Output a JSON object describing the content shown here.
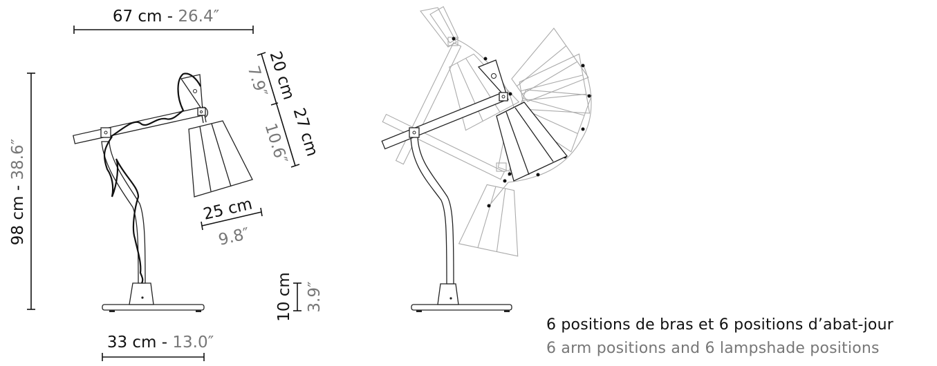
{
  "dimensions": {
    "total_width": {
      "metric": "67 cm",
      "separator": " - ",
      "imperial": "26.4″"
    },
    "total_height": {
      "metric": "98 cm",
      "separator": " - ",
      "imperial": "38.6″"
    },
    "shade_neck": {
      "metric": "20 cm",
      "imperial": "7.9″"
    },
    "shade_height": {
      "metric": "27 cm",
      "imperial": "10.6″"
    },
    "shade_diameter": {
      "metric": "25 cm",
      "imperial": "9.8″"
    },
    "base_height": {
      "metric": "10 cm",
      "imperial": "3.9″"
    },
    "base_width": {
      "metric": "33 cm",
      "separator": " - ",
      "imperial": "13.0″"
    }
  },
  "caption": {
    "french": "6 positions de bras et 6 positions d’abat-jour",
    "english": "6 arm positions and 6 lampshade positions"
  },
  "colors": {
    "metric_text": "#111111",
    "imperial_text": "#777777",
    "ghost_lines": "#aaaaaa"
  }
}
